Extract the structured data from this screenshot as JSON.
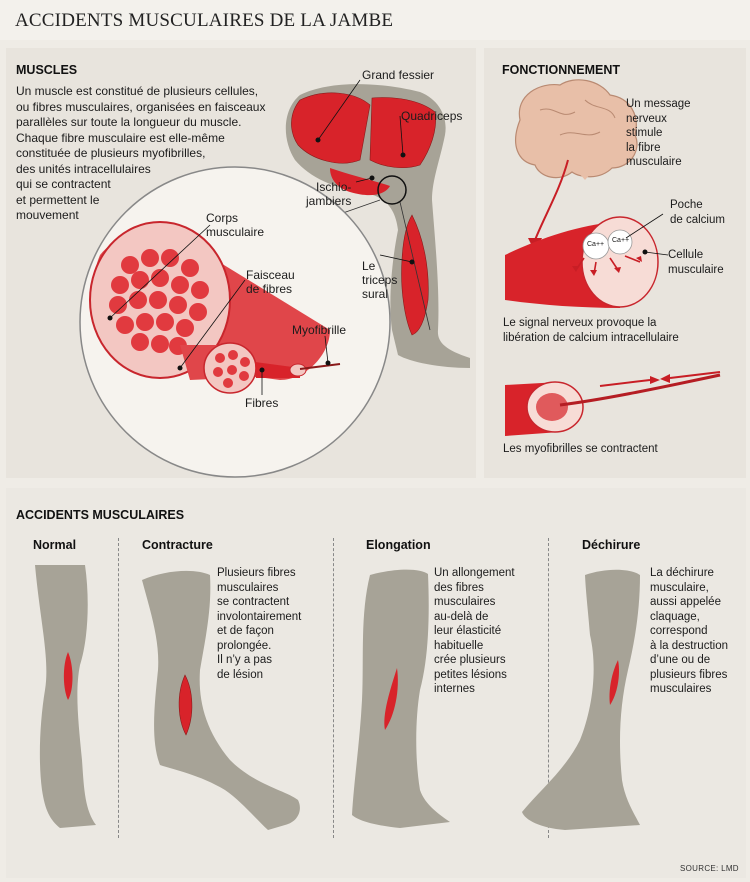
{
  "title": "ACCIDENTS MUSCULAIRES DE LA JAMBE",
  "muscles": {
    "heading": "MUSCLES",
    "lines": [
      "Un muscle est constitué de plusieurs cellules,",
      "ou fibres musculaires, organisées en faisceaux",
      "parallèles sur toute la longueur du muscle.",
      "Chaque fibre musculaire est elle-même",
      "constituée de plusieurs myofibrilles,",
      "des unités intracellulaires",
      "qui se contractent",
      "et permettent le",
      "mouvement"
    ],
    "labels": {
      "grand_fessier": "Grand fessier",
      "quadriceps": "Quadriceps",
      "ischio": [
        "Ischio-",
        "jambiers"
      ],
      "triceps": [
        "Le",
        "triceps",
        "sural"
      ],
      "corps": [
        "Corps",
        "musculaire"
      ],
      "faisceau": [
        "Faisceau",
        "de fibres"
      ],
      "myofibrille": "Myofibrille",
      "fibres": "Fibres"
    }
  },
  "fonctionnement": {
    "heading": "FONCTIONNEMENT",
    "message": [
      "Un message",
      "nerveux",
      "stimule",
      "la fibre",
      "musculaire"
    ],
    "poche": [
      "Poche",
      "de calcium"
    ],
    "cellule": [
      "Cellule",
      "musculaire"
    ],
    "ca1": "Ca++",
    "ca2": "Ca++",
    "signal": [
      "Le signal nerveux provoque la",
      "libération de calcium intracellulaire"
    ],
    "contract": "Les myofibrilles se contractent"
  },
  "accidents": {
    "heading": "ACCIDENTS MUSCULAIRES",
    "normal": {
      "title": "Normal"
    },
    "contracture": {
      "title": "Contracture",
      "lines": [
        "Plusieurs fibres",
        "musculaires",
        "se contractent",
        "involontairement",
        "et de façon",
        "prolongée.",
        "Il n’y a pas",
        "de lésion"
      ]
    },
    "elongation": {
      "title": "Elongation",
      "lines": [
        "Un allongement",
        "des fibres",
        "musculaires",
        "au-delà de",
        "leur élasticité",
        "habituelle",
        "crée plusieurs",
        "petites lésions",
        "internes"
      ]
    },
    "dechirure": {
      "title": "Déchirure",
      "lines": [
        "La déchirure",
        "musculaire,",
        "aussi appelée",
        "claquage,",
        "correspond",
        "à la destruction",
        "d’une ou de",
        "plusieurs fibres",
        "musculaires"
      ]
    }
  },
  "source": "SOURCE: LMD",
  "colors": {
    "muscle_red": "#d8232a",
    "leg_grey": "#a7a397",
    "bg": "#e8e4dd"
  }
}
